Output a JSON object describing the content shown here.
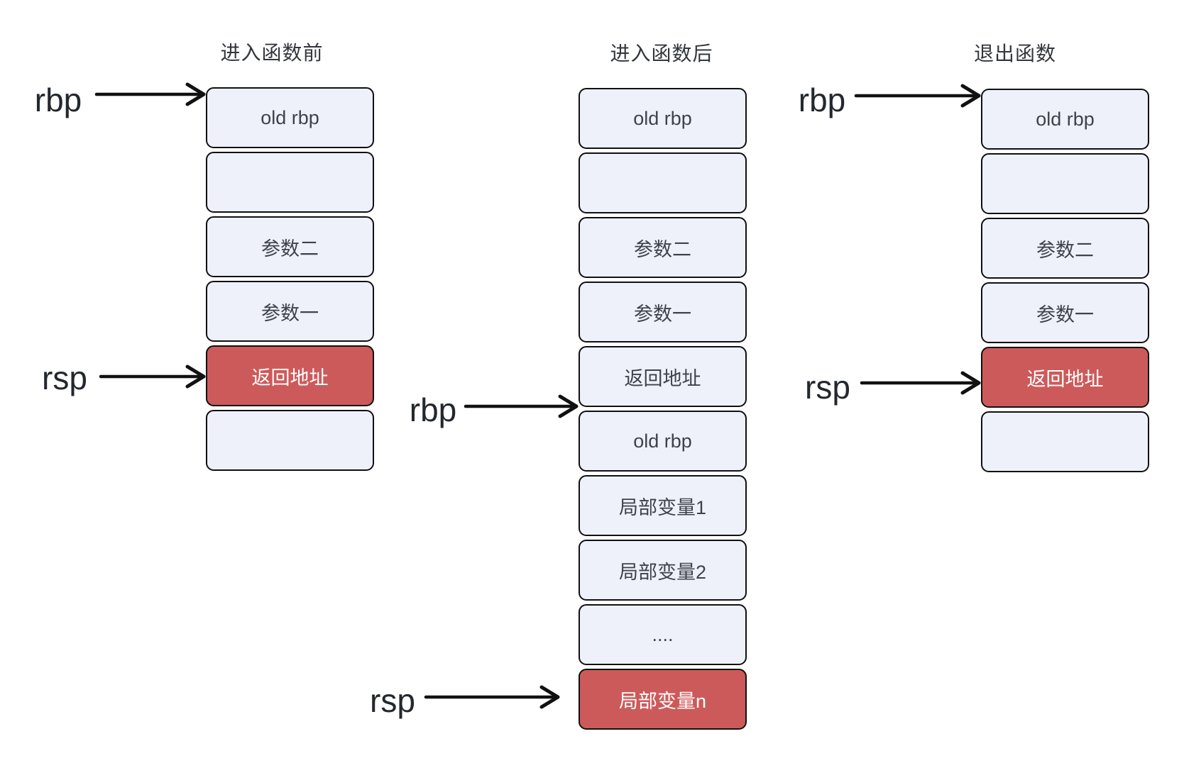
{
  "diagram": {
    "columns": [
      {
        "title": "进入函数前",
        "boxes": [
          {
            "label": "old rbp"
          },
          {
            "label": ""
          },
          {
            "label": "参数二"
          },
          {
            "label": "参数一"
          },
          {
            "label": "返回地址",
            "highlight": true
          },
          {
            "label": ""
          }
        ],
        "pointers": [
          {
            "label": "rbp"
          },
          {
            "label": "rsp"
          }
        ]
      },
      {
        "title": "进入函数后",
        "boxes": [
          {
            "label": "old rbp"
          },
          {
            "label": ""
          },
          {
            "label": "参数二"
          },
          {
            "label": "参数一"
          },
          {
            "label": "返回地址"
          },
          {
            "label": "old rbp"
          },
          {
            "label": "局部变量1"
          },
          {
            "label": "局部变量2"
          },
          {
            "label": "...."
          },
          {
            "label": "局部变量n",
            "highlight": true
          }
        ],
        "pointers": [
          {
            "label": "rbp"
          },
          {
            "label": "rsp"
          }
        ]
      },
      {
        "title": "退出函数",
        "boxes": [
          {
            "label": "old rbp"
          },
          {
            "label": ""
          },
          {
            "label": "参数二"
          },
          {
            "label": "参数一"
          },
          {
            "label": "返回地址",
            "highlight": true
          },
          {
            "label": ""
          }
        ],
        "pointers": [
          {
            "label": "rbp"
          },
          {
            "label": "rsp"
          }
        ]
      }
    ],
    "colors": {
      "box_fill": "#eef1fa",
      "highlight_fill": "#cd5a5a",
      "border": "#101010",
      "box_text": "#3d424b",
      "highlight_text": "#ffffff",
      "label_text": "#23272e"
    }
  }
}
